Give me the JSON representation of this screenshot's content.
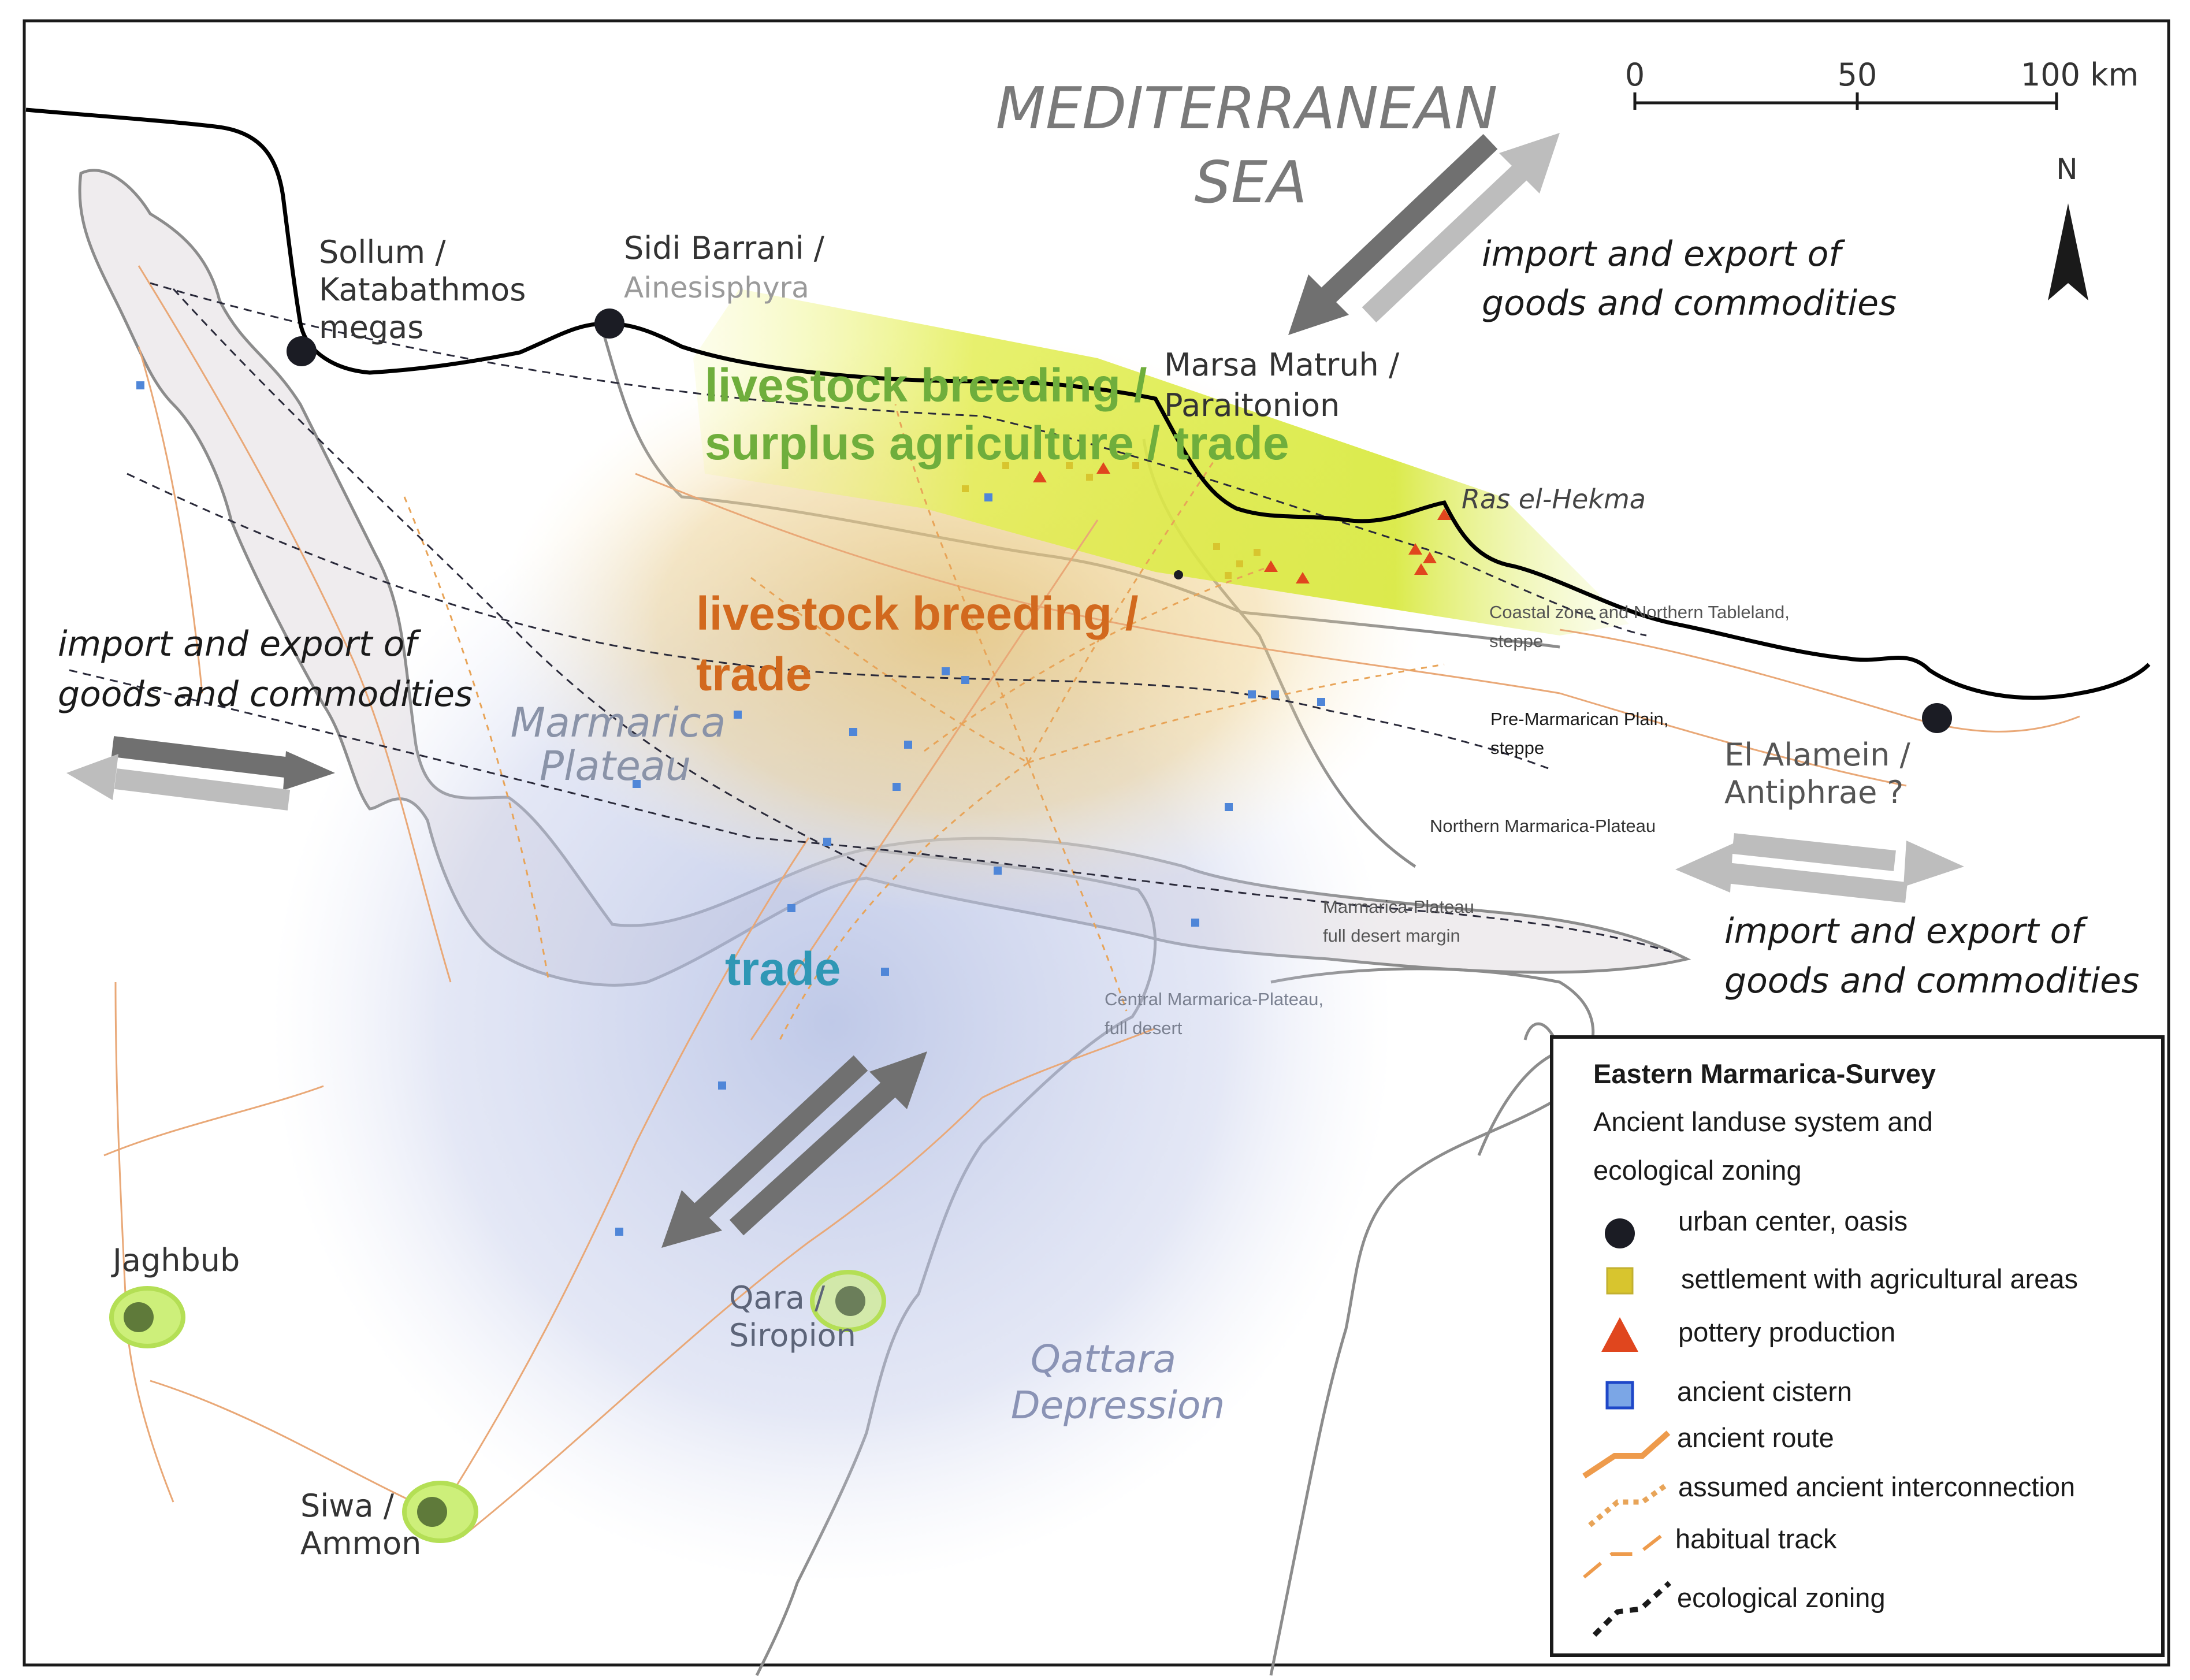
{
  "sea": {
    "line1": "MEDITERRANEAN",
    "line2": "SEA"
  },
  "scale": {
    "tick0": "0",
    "tick50": "50",
    "tick100": "100 km"
  },
  "north": "N",
  "import_export": {
    "line1": "import and export of",
    "line2": "goods and commodities"
  },
  "places": {
    "sollum": {
      "line1": "Sollum /",
      "line2": "Katabathmos",
      "line3": "megas"
    },
    "sidi_barrani": {
      "line1": "Sidi Barrani /",
      "line2": "Ainesisphyra"
    },
    "marsa_matruh": {
      "line1": "Marsa Matruh /",
      "line2": "Paraitonion"
    },
    "ras_el_hekma": "Ras el-Hekma",
    "el_alamein": {
      "line1": "El Alamein /",
      "line2": "Antiphrae ?"
    },
    "jaghbub": "Jaghbub",
    "siwa": {
      "line1": "Siwa /",
      "line2": "Ammon"
    },
    "qara": {
      "line1": "Qara /",
      "line2": "Siropion"
    }
  },
  "regions": {
    "marmarica_plateau": {
      "line1": "Marmarica",
      "line2": "Plateau"
    },
    "qattara": {
      "line1": "Qattara",
      "line2": "Depression"
    }
  },
  "zones": {
    "coastal": {
      "line1": "Coastal zone and Northern Tableland,",
      "line2": "steppe"
    },
    "pre_marmarican": {
      "line1": "Pre-Marmarican Plain,",
      "line2": "steppe"
    },
    "northern_plateau": "Northern Marmarica-Plateau",
    "desert_margin": {
      "line1": "Marmarica-Plateau",
      "line2": "full desert margin"
    },
    "central_plateau": {
      "line1": "Central Marmarica-Plateau,",
      "line2": "full desert"
    }
  },
  "activities": {
    "green": {
      "line1": "livestock breeding /",
      "line2": "surplus agriculture / trade"
    },
    "orange": {
      "line1": "livestock breeding /",
      "line2": "trade"
    },
    "blue": "trade"
  },
  "legend": {
    "title": "Eastern Marmarica-Survey",
    "subtitle1": "Ancient landuse system and",
    "subtitle2": "ecological zoning",
    "items": [
      {
        "label": "urban center, oasis",
        "icon": "urban-center-icon"
      },
      {
        "label": "settlement with agricultural areas",
        "icon": "settlement-icon"
      },
      {
        "label": "pottery production",
        "icon": "pottery-icon"
      },
      {
        "label": "ancient cistern",
        "icon": "cistern-icon"
      },
      {
        "label": "ancient route",
        "icon": "ancient-route-icon"
      },
      {
        "label": "assumed ancient interconnection",
        "icon": "interconnection-icon"
      },
      {
        "label": "habitual track",
        "icon": "habitual-track-icon"
      },
      {
        "label": "ecological zoning",
        "icon": "ecological-zoning-icon"
      }
    ]
  },
  "colors": {
    "coast": "#000000",
    "zone_border": "#8c8c8c",
    "route": "#e9a877",
    "interconnection": "#e8a458",
    "urban": "#1b1c24",
    "oasis_ring": "#c8ec6a",
    "oasis_fill": "#5f7a3a",
    "settlement": "#d8c52e",
    "pottery": "#e0461e",
    "cistern": "#4f86d8",
    "green_text": "#6fae3c",
    "orange_text": "#d2691e",
    "blue_text": "#2f97b5",
    "arrow_dark": "#707070",
    "arrow_light": "#bdbdbd"
  }
}
